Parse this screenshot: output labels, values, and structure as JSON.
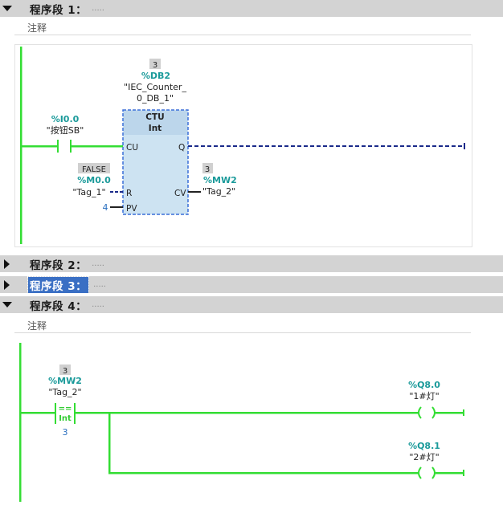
{
  "networks": [
    {
      "title": "程序段 1：",
      "dots": "....."
    },
    {
      "title": "程序段 2：",
      "dots": "....."
    },
    {
      "title": "程序段 3：",
      "dots": "....."
    },
    {
      "title": "程序段 4：",
      "dots": "....."
    }
  ],
  "comment_label": "注释",
  "net1": {
    "instance_count": "3",
    "instance_db": "%DB2",
    "instance_name_1": "\"IEC_Counter_",
    "instance_name_2": "0_DB_1\"",
    "block_type": "CTU",
    "block_dtype": "Int",
    "cu_address": "%I0.0",
    "cu_tag": "\"按钮SB\"",
    "pin_cu": "CU",
    "pin_q": "Q",
    "pin_r": "R",
    "pin_cv": "CV",
    "pin_pv": "PV",
    "r_value": "FALSE",
    "r_address": "%M0.0",
    "r_tag": "\"Tag_1\"",
    "pv_value": "4",
    "cv_value": "3",
    "cv_address": "%MW2",
    "cv_tag": "\"Tag_2\""
  },
  "net4": {
    "cmp_value": "3",
    "cmp_address": "%MW2",
    "cmp_tag": "\"Tag_2\"",
    "cmp_op": "==",
    "cmp_dtype": "Int",
    "cmp_const": "3",
    "coil1_address": "%Q8.0",
    "coil1_tag": "\"1#灯\"",
    "coil2_address": "%Q8.1",
    "coil2_tag": "\"2#灯\""
  },
  "colors": {
    "power": "#33dd33",
    "address": "#1a9a9a",
    "dashed": "#1a2a8a",
    "block_fill": "#cde3f2",
    "block_border": "#3a6fd8"
  }
}
